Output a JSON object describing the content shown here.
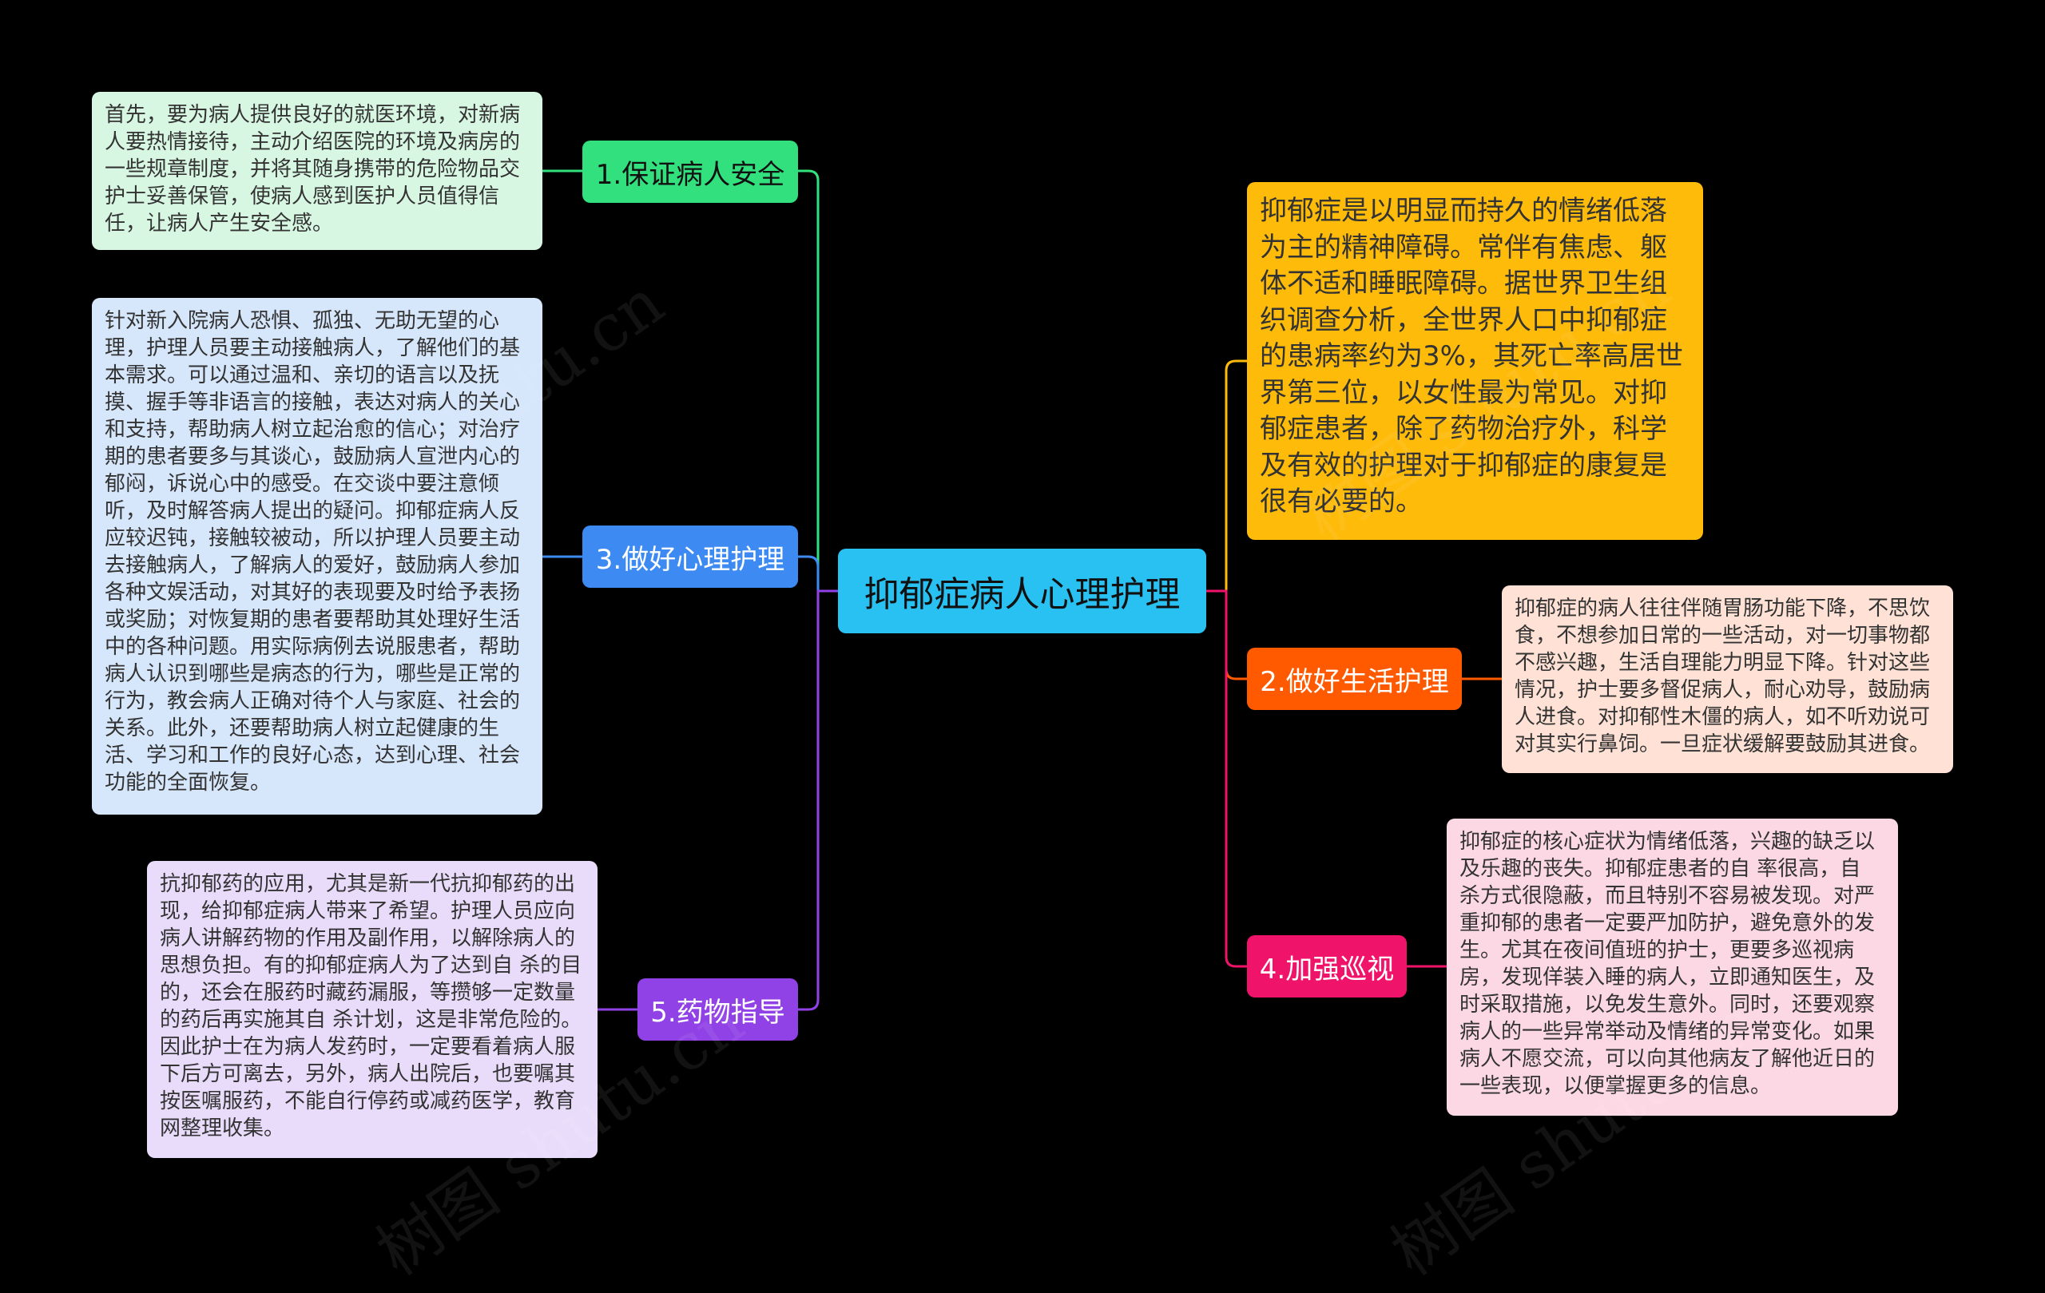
{
  "mindmap": {
    "center": "抑郁症病人心理护理",
    "intro": "抑郁症是以明显而持久的情绪低落为主的精神障碍。常伴有焦虑、躯体不适和睡眠障碍。据世界卫生组织调查分析，全世界人口中抑郁症的患病率约为3%，其死亡率高居世界第三位，以女性最为常见。对抑郁症患者，除了药物治疗外，科学及有效的护理对于抑郁症的康复是很有必要的。",
    "branches": [
      {
        "label": "1.保证病人安全",
        "color": "#32e07e",
        "note": "首先，要为病人提供良好的就医环境，对新病人要热情接待，主动介绍医院的环境及病房的一些规章制度，并将其随身携带的危险物品交护士妥善保管，使病人感到医护人员值得信任，让病人产生安全感。"
      },
      {
        "label": "2.做好生活护理",
        "color": "#ff5a00",
        "note": "抑郁症的病人往往伴随胃肠功能下降，不思饮食，不想参加日常的一些活动，对一切事物都不感兴趣，生活自理能力明显下降。针对这些情况，护士要多督促病人，耐心劝导，鼓励病人进食。对抑郁性木僵的病人，如不听劝说可对其实行鼻饲。一旦症状缓解要鼓励其进食。"
      },
      {
        "label": "3.做好心理护理",
        "color": "#3d8bf2",
        "note": "针对新入院病人恐惧、孤独、无助无望的心理，护理人员要主动接触病人，了解他们的基本需求。可以通过温和、亲切的语言以及抚摸、握手等非语言的接触，表达对病人的关心和支持，帮助病人树立起治愈的信心；对治疗期的患者要多与其谈心，鼓励病人宣泄内心的郁闷，诉说心中的感受。在交谈中要注意倾听，及时解答病人提出的疑问。抑郁症病人反应较迟钝，接触较被动，所以护理人员要主动去接触病人，了解病人的爱好，鼓励病人参加各种文娱活动，对其好的表现要及时给予表扬或奖励；对恢复期的患者要帮助其处理好生活中的各种问题。用实际病例去说服患者，帮助病人认识到哪些是病态的行为，哪些是正常的行为，教会病人正确对待个人与家庭、社会的关系。此外，还要帮助病人树立起健康的生活、学习和工作的良好心态，达到心理、社会功能的全面恢复。"
      },
      {
        "label": "4.加强巡视",
        "color": "#f0136a",
        "note": "抑郁症的核心症状为情绪低落，兴趣的缺乏以及乐趣的丧失。抑郁症患者的自 率很高，自 杀方式很隐蔽，而且特别不容易被发现。对严重抑郁的患者一定要严加防护，避免意外的发生。尤其在夜间值班的护士，更要多巡视病房，发现佯装入睡的病人，立即通知医生，及时采取措施，以免发生意外。同时，还要观察病人的一些异常举动及情绪的异常变化。如果病人不愿交流，可以向其他病友了解他近日的一些表现，以便掌握更多的信息。"
      },
      {
        "label": "5.药物指导",
        "color": "#9142e6",
        "note": "抗抑郁药的应用，尤其是新一代抗抑郁药的出现，给抑郁症病人带来了希望。护理人员应向病人讲解药物的作用及副作用，以解除病人的思想负担。有的抑郁症病人为了达到自 杀的目的，还会在服药时藏药漏服，等攒够一定数量的药后再实施其自 杀计划，这是非常危险的。因此护士在为病人发药时，一定要看着病人服下后方可离去，另外，病人出院后，也要嘱其按医嘱服药，不能自行停药或减药医学，教育网整理收集。"
      }
    ],
    "intro_link_color": "#ffbb0a",
    "watermark": "树图 shutu.cn"
  }
}
